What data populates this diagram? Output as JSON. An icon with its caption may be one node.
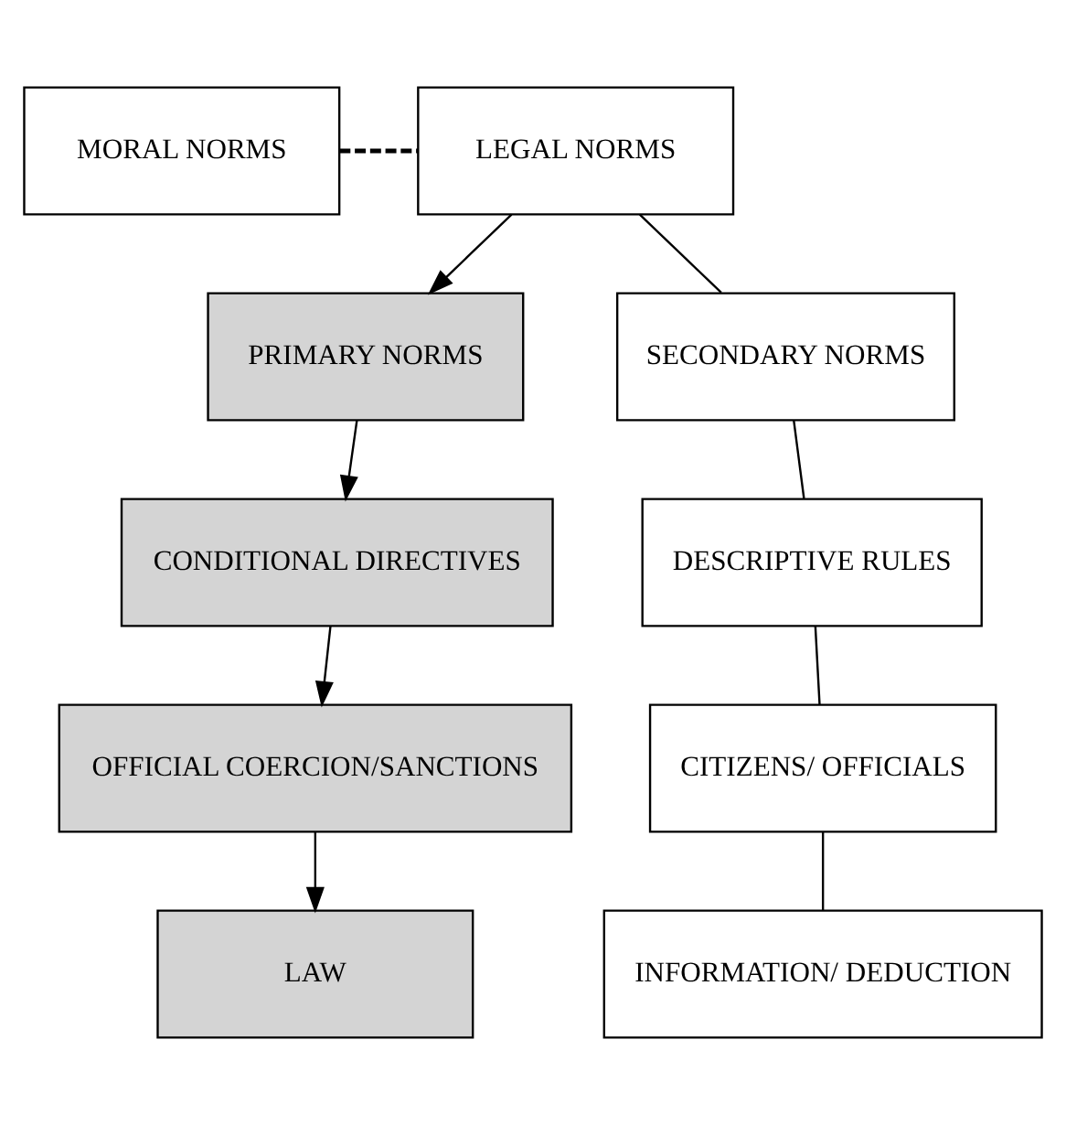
{
  "diagram": {
    "nodes": [
      {
        "text": [
          "MORAL NORMS"
        ]
      },
      {
        "text": [
          "LEGAL NORMS"
        ]
      },
      {
        "text": [
          "PRIMARY NORMS"
        ]
      },
      {
        "text": [
          "SECONDARY NORMS"
        ]
      },
      {
        "text": [
          "CONDITIONAL DIRECTIVES"
        ]
      },
      {
        "text": [
          "DESCRIPTIVE RULES"
        ]
      },
      {
        "text": [
          "OFFICIAL COERCION/SANCTIONS"
        ]
      },
      {
        "text": [
          "CITIZENS/ OFFICIALS"
        ]
      },
      {
        "text": [
          "LAW"
        ]
      },
      {
        "text": [
          "INFORMATION/ DEDUCTION"
        ]
      }
    ],
    "edges": [
      {
        "from": 0,
        "to": 1,
        "arrow": "none",
        "style": "dashed"
      },
      {
        "from": 1,
        "to": 2,
        "arrow": "to"
      },
      {
        "from": 1,
        "to": 3,
        "arrow": "none"
      },
      {
        "from": 2,
        "to": 4,
        "arrow": "to"
      },
      {
        "from": 3,
        "to": 5,
        "arrow": "none"
      },
      {
        "from": 4,
        "to": 6,
        "arrow": "to"
      },
      {
        "from": 5,
        "to": 7,
        "arrow": "none"
      },
      {
        "from": 6,
        "to": 8,
        "arrow": "to"
      },
      {
        "from": 7,
        "to": 9,
        "arrow": "none"
      }
    ]
  }
}
